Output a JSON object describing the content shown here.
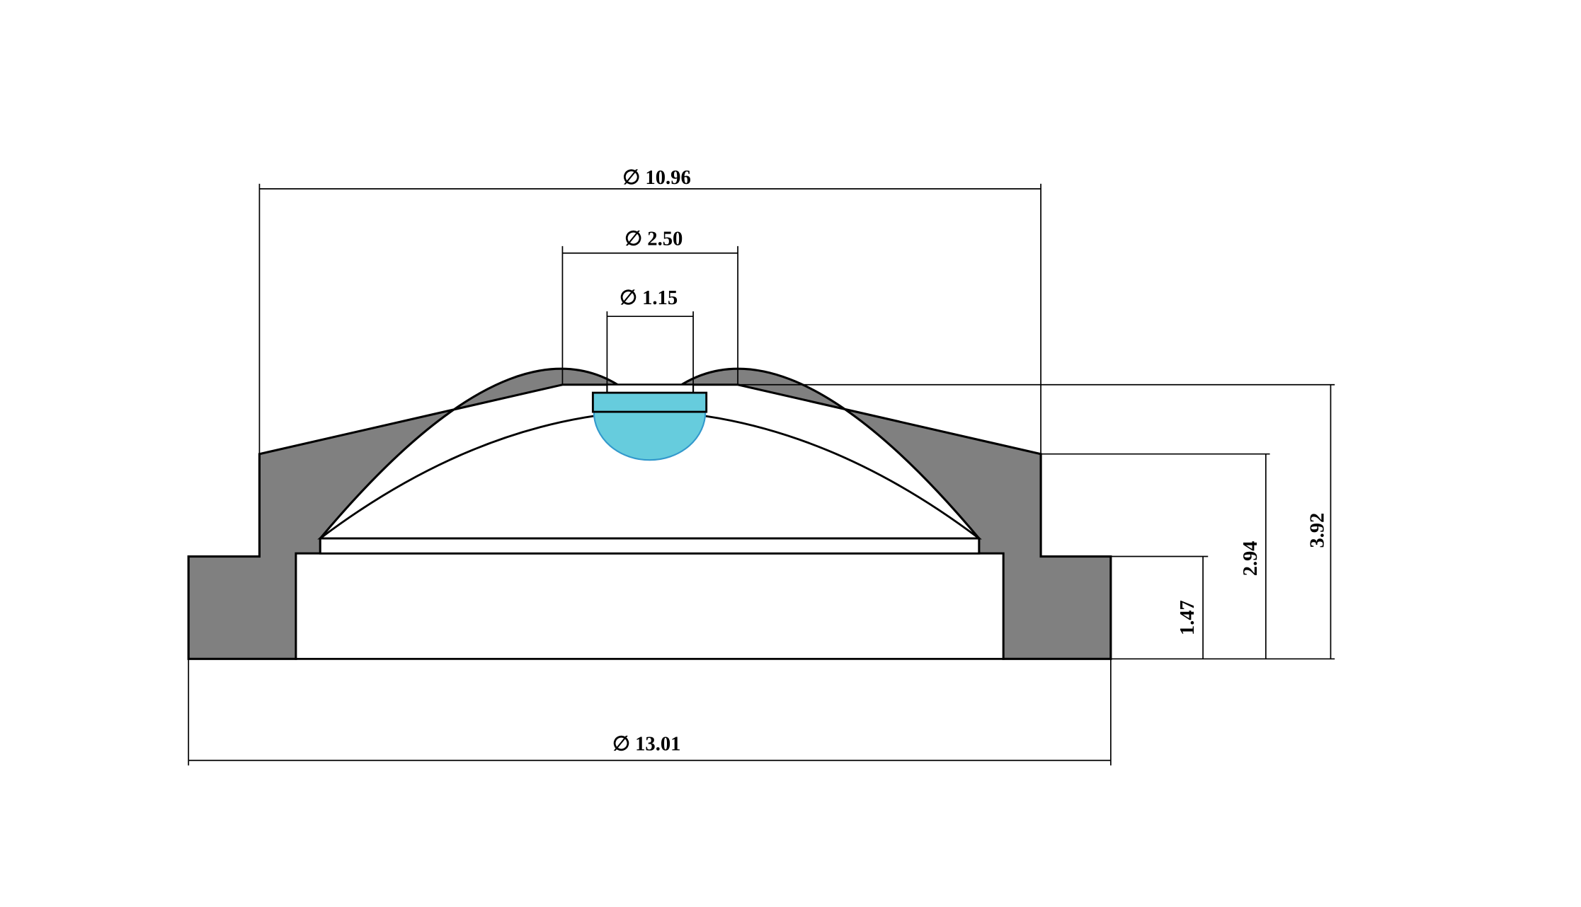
{
  "colors": {
    "housing": "#808080",
    "lens": "#66ccdd",
    "lens_edge": "#3399cc",
    "outline": "#000000",
    "background": "#ffffff"
  },
  "dimensions": {
    "top_diameter": "∅  10.96",
    "aperture_outer_diameter": "∅  2.50",
    "aperture_inner_diameter": "∅ 1.15",
    "base_diameter": "∅  13.01",
    "flange_height": "1.47",
    "shoulder_height": "2.94",
    "total_height": "3.92"
  }
}
